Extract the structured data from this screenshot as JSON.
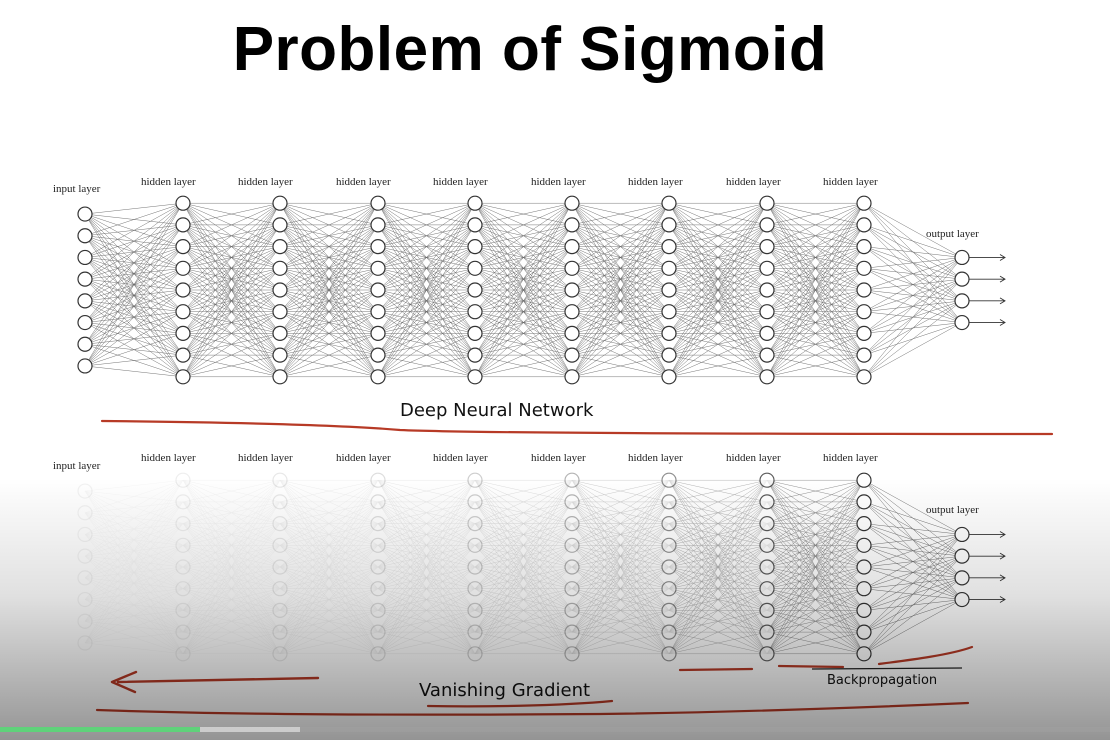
{
  "slide": {
    "title": "Problem of Sigmoid"
  },
  "diagram_top": {
    "input_label": "input layer",
    "hidden_labels": [
      "hidden layer",
      "hidden layer",
      "hidden layer",
      "hidden layer",
      "hidden layer",
      "hidden layer",
      "hidden layer",
      "hidden layer"
    ],
    "output_label": "output layer",
    "caption": "Deep Neural Network"
  },
  "diagram_bottom": {
    "input_label": "input layer",
    "hidden_labels": [
      "hidden layer",
      "hidden layer",
      "hidden layer",
      "hidden layer",
      "hidden layer",
      "hidden layer",
      "hidden layer",
      "hidden layer"
    ],
    "output_label": "output layer",
    "caption": "Vanishing Gradient",
    "backprop_label": "Backpropagation"
  },
  "network": {
    "input_nodes": 8,
    "hidden_nodes": 9,
    "output_nodes": 4
  },
  "colors": {
    "annotation": "#b73a26",
    "node_stroke": "#333333",
    "progress_played": "#5fd27a"
  },
  "player": {
    "played": 0.18,
    "buffered": 0.27
  }
}
